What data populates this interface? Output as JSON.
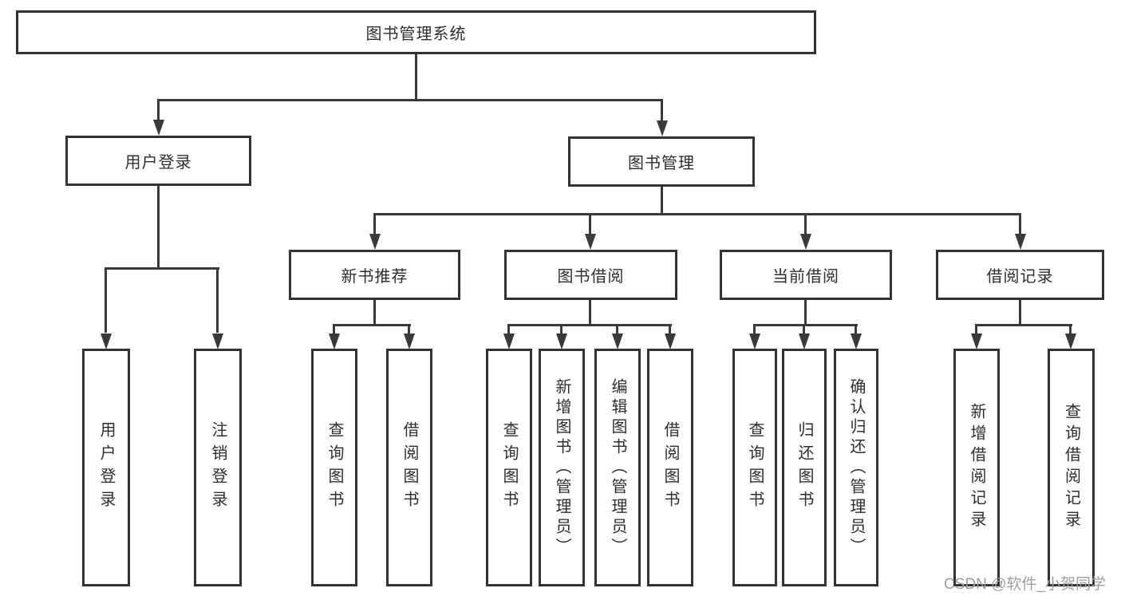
{
  "colors": {
    "line": "#3a3a3a",
    "border": "#333333",
    "text": "#2e2e2e",
    "watermark": "#9e9e9e",
    "bg": "#ffffff"
  },
  "nodes": {
    "root": {
      "label": "图书管理系统"
    },
    "user_login": {
      "label": "用户登录"
    },
    "book_mgmt": {
      "label": "图书管理"
    },
    "new_book_rec": {
      "label": "新书推荐"
    },
    "book_borrowing": {
      "label": "图书借阅"
    },
    "current_borrowing": {
      "label": "当前借阅"
    },
    "borrowing_records": {
      "label": "借阅记录"
    },
    "leaf_user_login": {
      "label": "用户登录"
    },
    "leaf_logout": {
      "label": "注销登录"
    },
    "leaf_query_books_rec": {
      "label": "查询图书"
    },
    "leaf_borrow_books_rec": {
      "label": "借阅图书"
    },
    "leaf_query_books_borrow": {
      "label": "查询图书"
    },
    "leaf_add_books_admin": {
      "label": "新增图书（管理员）"
    },
    "leaf_edit_books_admin": {
      "label": "编辑图书（管理员）"
    },
    "leaf_borrow_books_borrow": {
      "label": "借阅图书"
    },
    "leaf_query_books_current": {
      "label": "查询图书"
    },
    "leaf_return_books": {
      "label": "归还图书"
    },
    "leaf_confirm_return_admin": {
      "label": "确认归还（管理员）"
    },
    "leaf_add_borrow_record": {
      "label": "新增借阅记录"
    },
    "leaf_query_borrow_record": {
      "label": "查询借阅记录"
    }
  },
  "watermark": {
    "text": "CSDN @软件_小贺同学"
  }
}
